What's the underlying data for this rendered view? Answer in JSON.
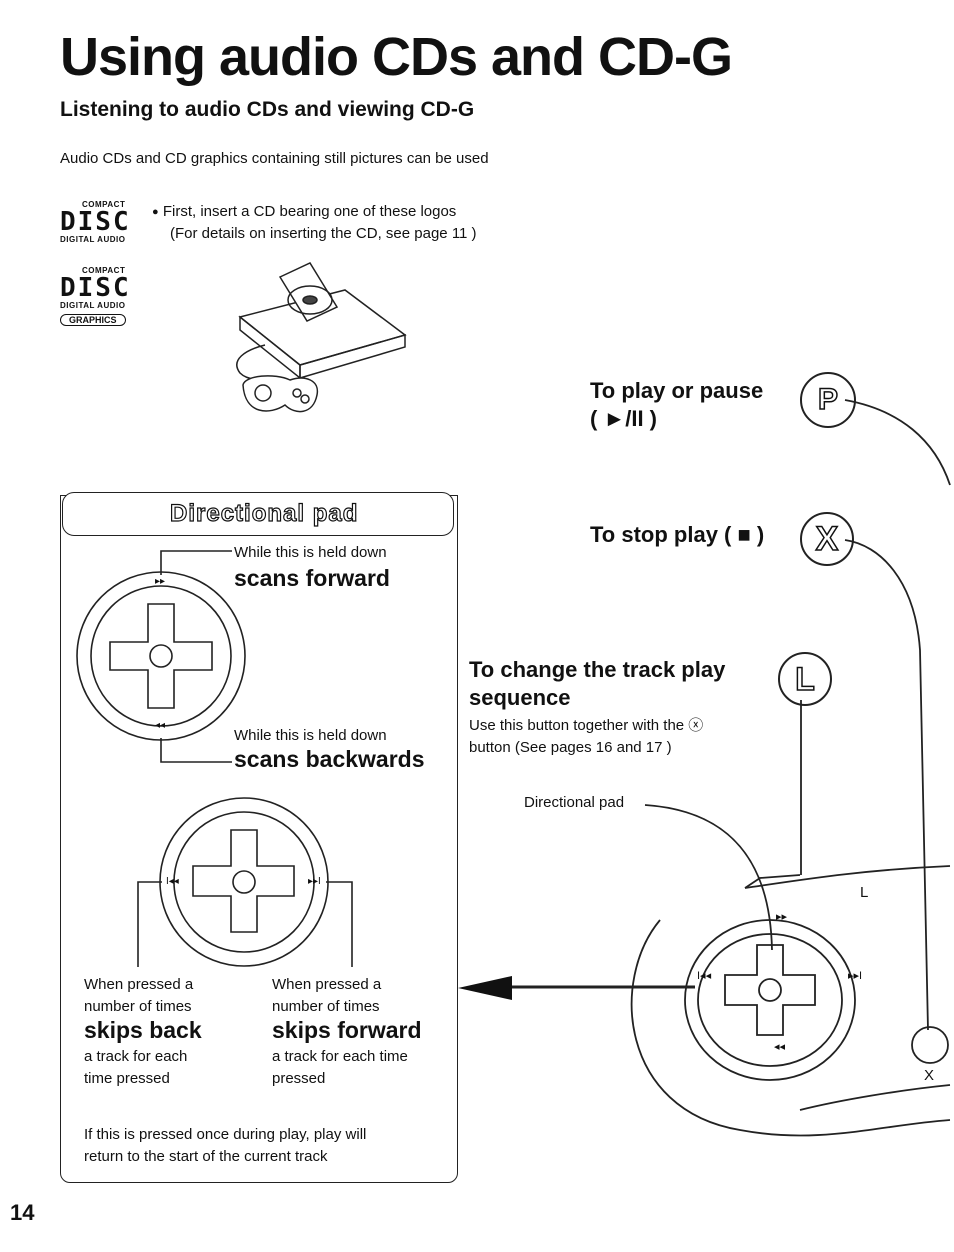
{
  "page": {
    "title": "Using audio CDs and CD-G",
    "subtitle": "Listening to audio CDs and viewing CD-G",
    "intro": "Audio CDs and CD graphics containing still pictures can be used",
    "page_number": "14"
  },
  "logos": {
    "compact": "COMPACT",
    "disc": "DISC",
    "digital_audio": "DIGITAL AUDIO",
    "graphics": "GRAPHICS"
  },
  "insert": {
    "line1": "First, insert a CD bearing one of these logos",
    "line2": "(For details on inserting the CD, see page 11 )"
  },
  "controls": {
    "play_pause": "To play or pause",
    "play_pause_symbol": "( ►/II )",
    "stop": "To stop play ( ■ )",
    "track_seq_1": "To change the track play",
    "track_seq_2": "sequence",
    "track_desc_1": "Use this button together with the ⓧ",
    "track_desc_2": "button (See pages 16 and 17 )",
    "dir_pad_label": "Directional pad",
    "button_p": "P",
    "button_x": "X",
    "button_l": "L",
    "label_l": "L",
    "label_x": "X"
  },
  "directional_pad": {
    "title": "Directional pad",
    "held_down_fwd": "While this is held down",
    "scans_forward": "scans forward",
    "held_down_back": "While this is held down",
    "scans_backwards": "scans backwards",
    "pressed_back_1": "When pressed a",
    "pressed_back_2": "number of times",
    "skips_back": "skips back",
    "back_desc_1": "a track for each",
    "back_desc_2": "time pressed",
    "pressed_fwd_1": "When pressed a",
    "pressed_fwd_2": "number of times",
    "skips_forward": "skips forward",
    "fwd_desc_1": "a track for each time",
    "fwd_desc_2": "pressed",
    "footnote_1": "If this is pressed once during play, play will",
    "footnote_2": "return to the start of the current track"
  },
  "glyphs": {
    "ff": "▸▸",
    "rw": "◂◂",
    "skip_back": "I◂◂",
    "skip_fwd": "▸▸I"
  }
}
